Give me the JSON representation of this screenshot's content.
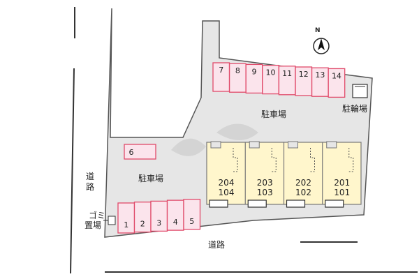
{
  "colors": {
    "lot_fill": "#e6e6e6",
    "lot_stroke": "#555555",
    "stall_fill": "#fbe4ec",
    "stall_stroke": "#e04a6a",
    "building_fill": "#fff6cc",
    "building_stroke": "#777777"
  },
  "icons": {
    "north": "north-arrow-icon",
    "bicycle_parking": "bicycle-parking-box-icon",
    "garbage": "garbage-station-icon"
  },
  "compass": {
    "label": "N"
  },
  "labels": {
    "parking_east": "駐車場",
    "parking_west": "駐車場",
    "bicycle_parking": "駐輪場",
    "garbage_line1": "ゴミ",
    "garbage_line2": "置場",
    "road_west": "道路",
    "road_south": "道路"
  },
  "parking_north": {
    "stalls": [
      "7",
      "8",
      "9",
      "10",
      "11",
      "12",
      "13",
      "14"
    ]
  },
  "parking_single": {
    "stalls": [
      "6"
    ]
  },
  "parking_south": {
    "stalls": [
      "1",
      "2",
      "3",
      "4",
      "5"
    ]
  },
  "building": {
    "units": [
      {
        "upper": "204",
        "lower": "104"
      },
      {
        "upper": "203",
        "lower": "103"
      },
      {
        "upper": "202",
        "lower": "102"
      },
      {
        "upper": "201",
        "lower": "101"
      }
    ]
  }
}
